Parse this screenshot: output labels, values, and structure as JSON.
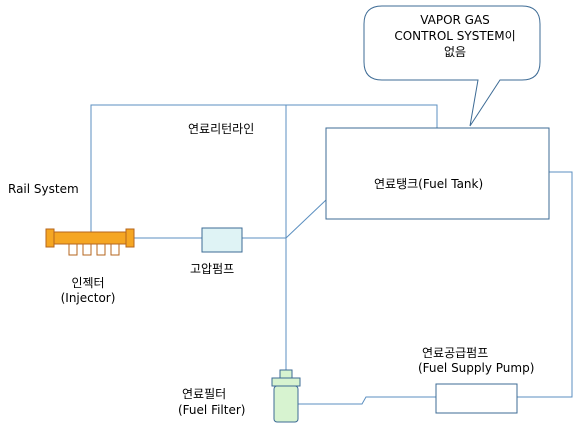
{
  "callout": {
    "line1": "VAPOR GAS",
    "line2": "CONTROL SYSTEM이",
    "line3": "없음"
  },
  "labels": {
    "return_line": "연료리턴라인",
    "rail_system": "Rail System",
    "injector_ko": "인젝터",
    "injector_en": "(Injector)",
    "hp_pump": "고압펌프",
    "fuel_tank": "연료탱크(Fuel Tank)",
    "supply_pump_ko": "연료공급펌프",
    "supply_pump_en": "(Fuel Supply Pump)",
    "filter_ko": "연료필터",
    "filter_en": "(Fuel Filter)"
  },
  "colors": {
    "line": "#5b8fc0",
    "rail_fill": "#f5a623",
    "rail_stroke": "#b5651d",
    "hp_pump_fill": "#dff3f5",
    "filter_fill": "#d7f3d0",
    "box_stroke": "#3d6b95",
    "callout_stroke": "#3d6b95"
  },
  "icons": {
    "rail": "fuel-rail-icon",
    "filter": "fuel-filter-icon"
  }
}
